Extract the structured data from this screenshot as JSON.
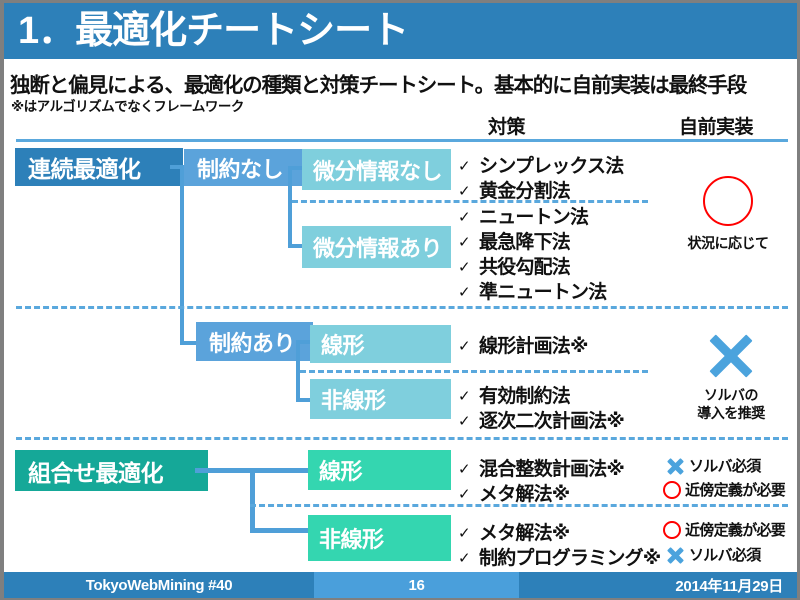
{
  "slide": {
    "title": "1．最適化チートシート",
    "subtitle": "独断と偏見による、最適化の種類と対策チートシート。基本的に自前実装は最終手段",
    "note": "※はアルゴリズムでなくフレームワーク",
    "columns": {
      "measures": "対策",
      "self_impl": "自前実装"
    },
    "colors": {
      "title_bar": "#2d80b9",
      "level1_continuous": "#2d80b9",
      "level2": "#5ba3db",
      "level3": "#7fcfdd",
      "level1_combinatorial": "#15a898",
      "level3_combinatorial": "#34d6b0",
      "connector": "#4f9fd8",
      "rule": "#5aa8dd",
      "circle_red": "#ff0000",
      "cross_blue": "#4ba3dd"
    }
  },
  "tree": {
    "continuous": {
      "label": "連続最適化",
      "unconstrained": {
        "label": "制約なし",
        "no_derivative": {
          "label": "微分情報なし",
          "methods": [
            "シンプレックス法",
            "黄金分割法"
          ]
        },
        "with_derivative": {
          "label": "微分情報あり",
          "methods": [
            "ニュートン法",
            "最急降下法",
            "共役勾配法",
            "準ニュートン法"
          ]
        },
        "verdict": {
          "mark": "circle",
          "note_line1": "状況に応じて"
        }
      },
      "constrained": {
        "label": "制約あり",
        "linear": {
          "label": "線形",
          "methods": [
            "線形計画法※"
          ]
        },
        "nonlinear": {
          "label": "非線形",
          "methods": [
            "有効制約法",
            "逐次二次計画法※"
          ]
        },
        "verdict": {
          "mark": "cross",
          "note_line1": "ソルバの",
          "note_line2": "導入を推奨"
        }
      }
    },
    "combinatorial": {
      "label": "組合せ最適化",
      "linear": {
        "label": "線形",
        "methods": [
          "混合整数計画法※",
          "メタ解法※"
        ],
        "verdicts": [
          {
            "mark": "cross",
            "text": "ソルバ必須"
          },
          {
            "mark": "circle",
            "text": "近傍定義が必要"
          }
        ]
      },
      "nonlinear": {
        "label": "非線形",
        "methods": [
          "メタ解法※",
          "制約プログラミング※"
        ],
        "verdicts": [
          {
            "mark": "circle",
            "text": "近傍定義が必要"
          },
          {
            "mark": "cross",
            "text": "ソルバ必須"
          }
        ]
      }
    }
  },
  "check_glyph": "✓",
  "footer": {
    "left": "TokyoWebMining #40",
    "page": "16",
    "date": "2014年11月29日"
  }
}
